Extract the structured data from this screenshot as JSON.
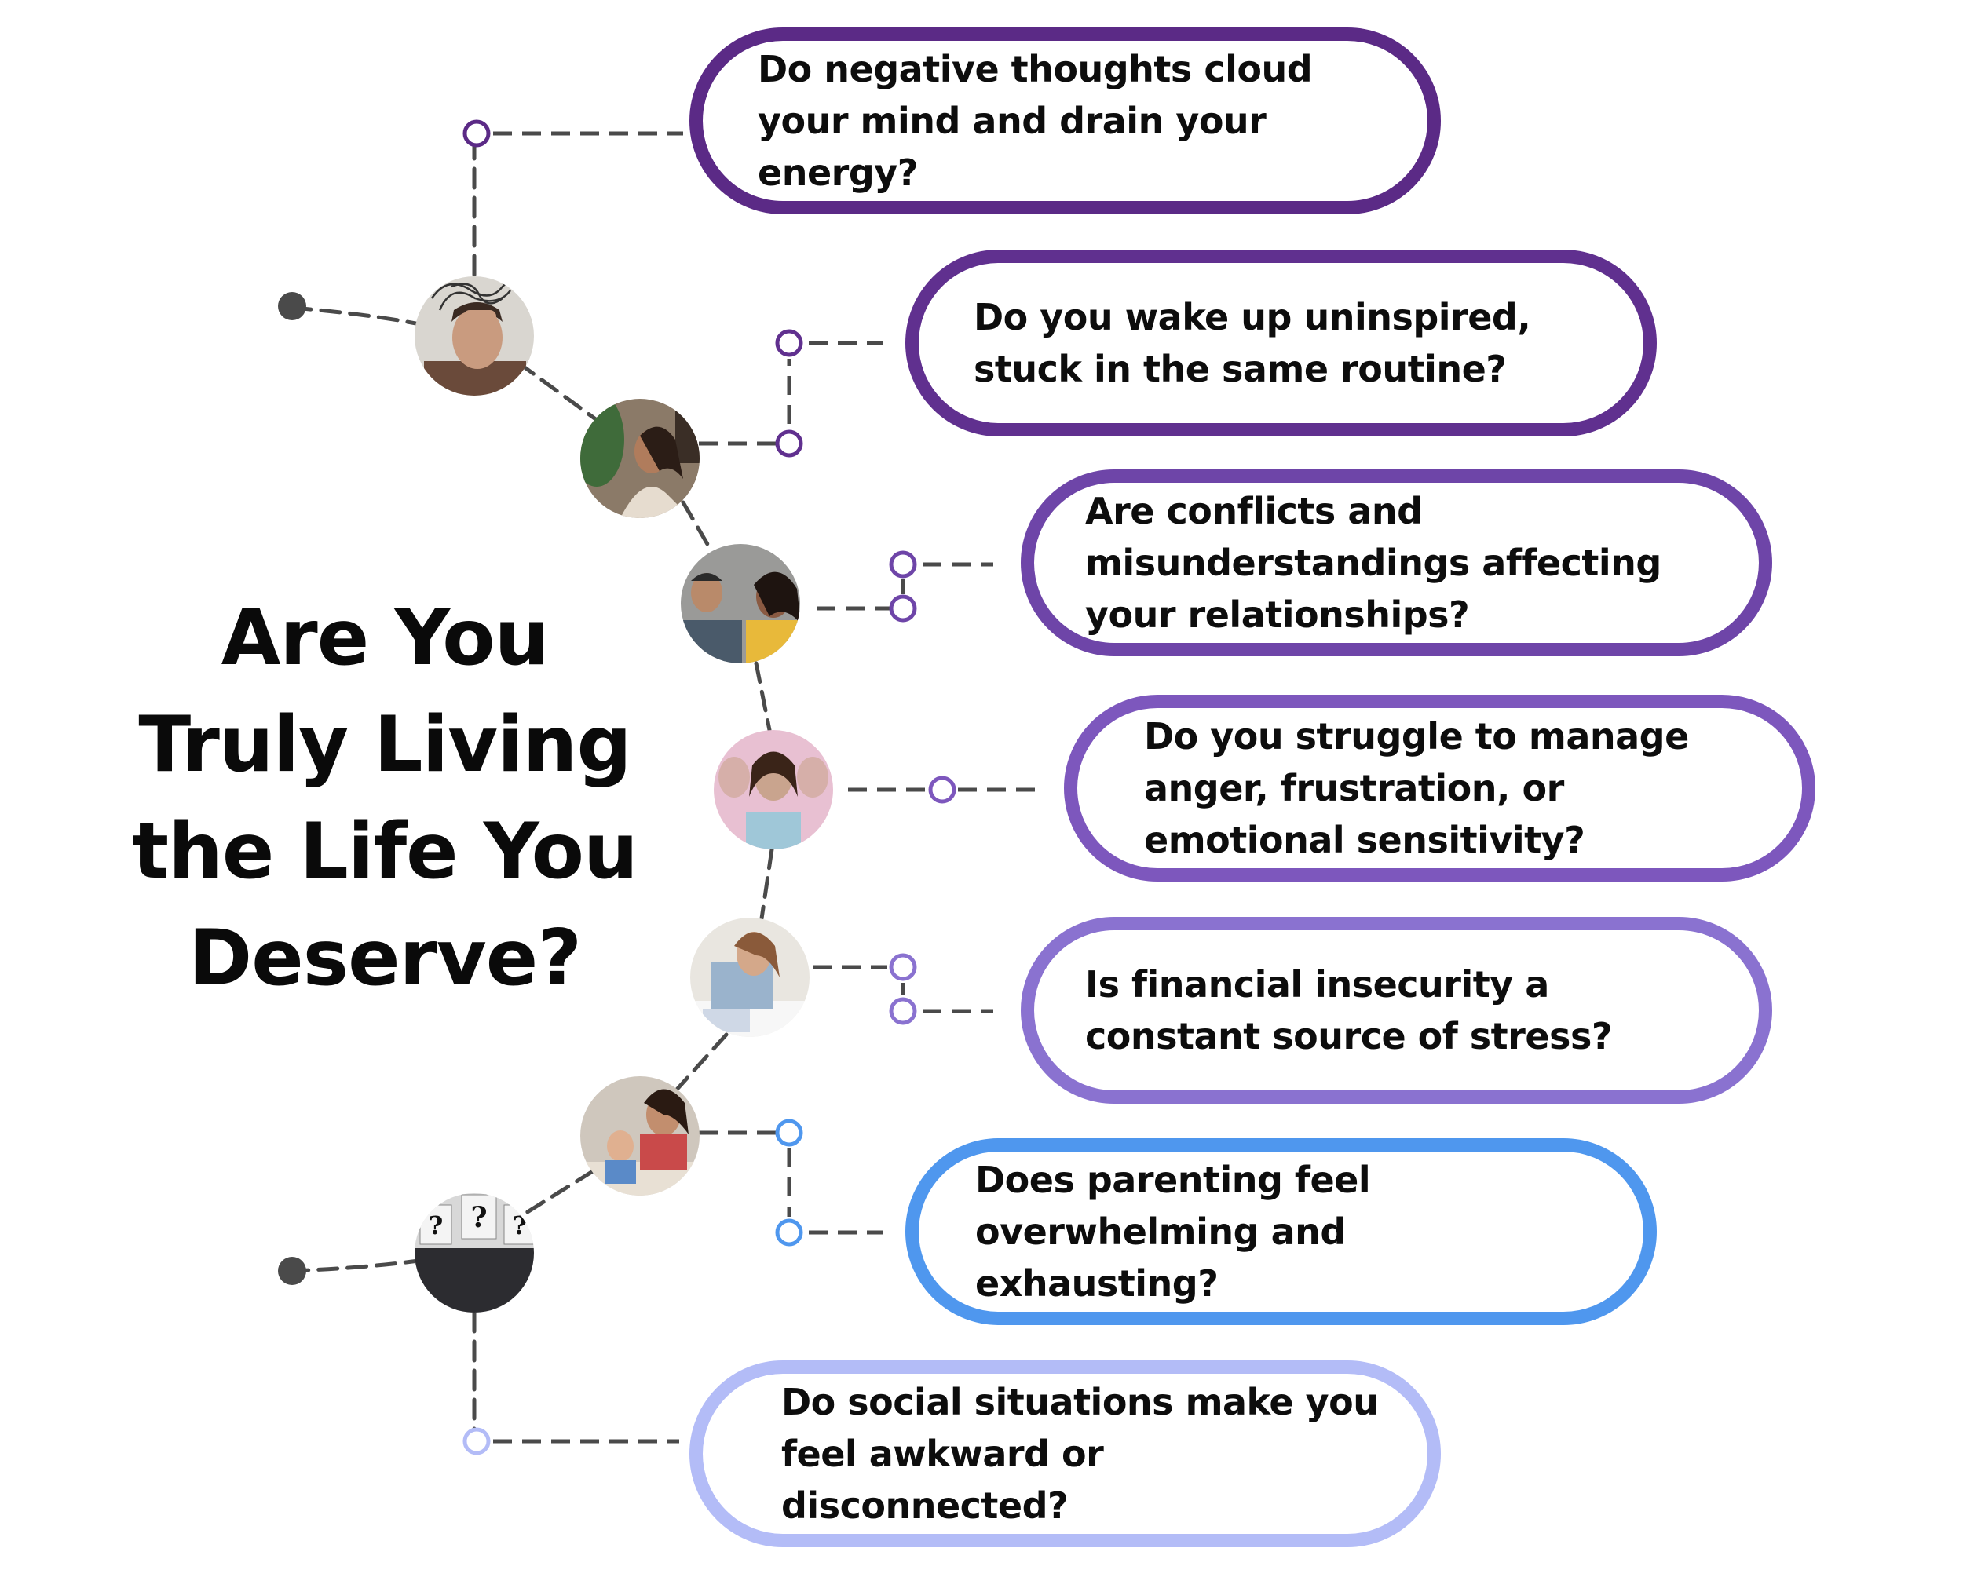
{
  "title": "Are You Truly Living the Life You Deserve?",
  "colors": {
    "connector": "#4a4a4a",
    "end_dot": "#4a4a4a",
    "q1": "#5b2a86",
    "q2": "#60308f",
    "q3": "#6e45a8",
    "q4": "#7d57bd",
    "q5": "#8a72d0",
    "q6": "#4f97ee",
    "q7": "#b3bcf7"
  },
  "questions": [
    {
      "text": "Do negative thoughts cloud your mind and drain your energy?",
      "color": "#5b2a86",
      "photo": "stressed-man-photo"
    },
    {
      "text": "Do you wake up uninspired, stuck in the same routine?",
      "color": "#60308f",
      "photo": "pensive-woman-photo"
    },
    {
      "text": "Are conflicts and misunderstandings affecting your relationships?",
      "color": "#6e45a8",
      "photo": "arguing-couple-photo"
    },
    {
      "text": "Do you struggle to manage anger, frustration, or emotional sensitivity?",
      "color": "#7d57bd",
      "photo": "overwhelmed-woman-photo"
    },
    {
      "text": "Is financial insecurity a constant source of stress?",
      "color": "#8a72d0",
      "photo": "bills-woman-photo"
    },
    {
      "text": "Does parenting feel overwhelming and exhausting?",
      "color": "#4f97ee",
      "photo": "tired-parent-photo"
    },
    {
      "text": "Do social situations make you feel awkward or disconnected?",
      "color": "#b3bcf7",
      "photo": "question-signs-photo"
    }
  ]
}
